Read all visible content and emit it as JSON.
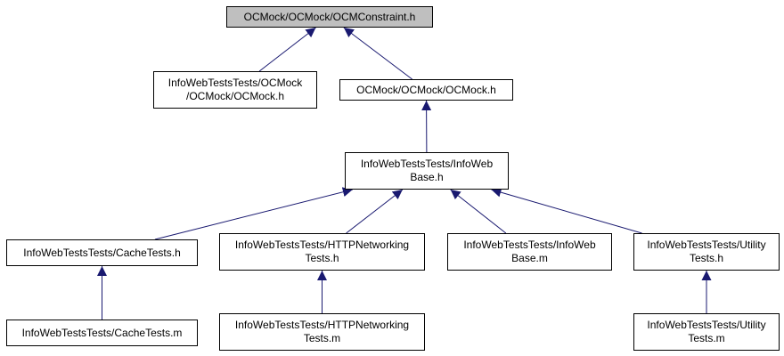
{
  "graph": {
    "colors": {
      "edge": "#191970",
      "node_border": "#000000",
      "current_node_fill": "#bfbfbf",
      "node_fill": "#ffffff"
    },
    "nodes": {
      "ocmconstraint_h": {
        "lines": [
          "OCMock/OCMock/OCMConstraint.h"
        ]
      },
      "infoweb_ocmock_h": {
        "lines": [
          "InfoWebTestsTests/OCMock",
          "/OCMock/OCMock.h"
        ]
      },
      "ocmock_h": {
        "lines": [
          "OCMock/OCMock/OCMock.h"
        ]
      },
      "infowebbase_h": {
        "lines": [
          "InfoWebTestsTests/InfoWeb",
          "Base.h"
        ]
      },
      "cachetests_h": {
        "lines": [
          "InfoWebTestsTests/CacheTests.h"
        ]
      },
      "httpnetworking_h": {
        "lines": [
          "InfoWebTestsTests/HTTPNetworking",
          "Tests.h"
        ]
      },
      "infowebbase_m": {
        "lines": [
          "InfoWebTestsTests/InfoWeb",
          "Base.m"
        ]
      },
      "utility_h": {
        "lines": [
          "InfoWebTestsTests/Utility",
          "Tests.h"
        ]
      },
      "cachetests_m": {
        "lines": [
          "InfoWebTestsTests/CacheTests.m"
        ]
      },
      "httpnetworking_m": {
        "lines": [
          "InfoWebTestsTests/HTTPNetworking",
          "Tests.m"
        ]
      },
      "utility_m": {
        "lines": [
          "InfoWebTestsTests/Utility",
          "Tests.m"
        ]
      }
    },
    "edges": [
      {
        "from": "infoweb_ocmock_h",
        "to": "ocmconstraint_h"
      },
      {
        "from": "ocmock_h",
        "to": "ocmconstraint_h"
      },
      {
        "from": "infowebbase_h",
        "to": "ocmock_h"
      },
      {
        "from": "cachetests_h",
        "to": "infowebbase_h"
      },
      {
        "from": "httpnetworking_h",
        "to": "infowebbase_h"
      },
      {
        "from": "infowebbase_m",
        "to": "infowebbase_h"
      },
      {
        "from": "utility_h",
        "to": "infowebbase_h"
      },
      {
        "from": "cachetests_m",
        "to": "cachetests_h"
      },
      {
        "from": "httpnetworking_m",
        "to": "httpnetworking_h"
      },
      {
        "from": "utility_m",
        "to": "utility_h"
      }
    ]
  }
}
